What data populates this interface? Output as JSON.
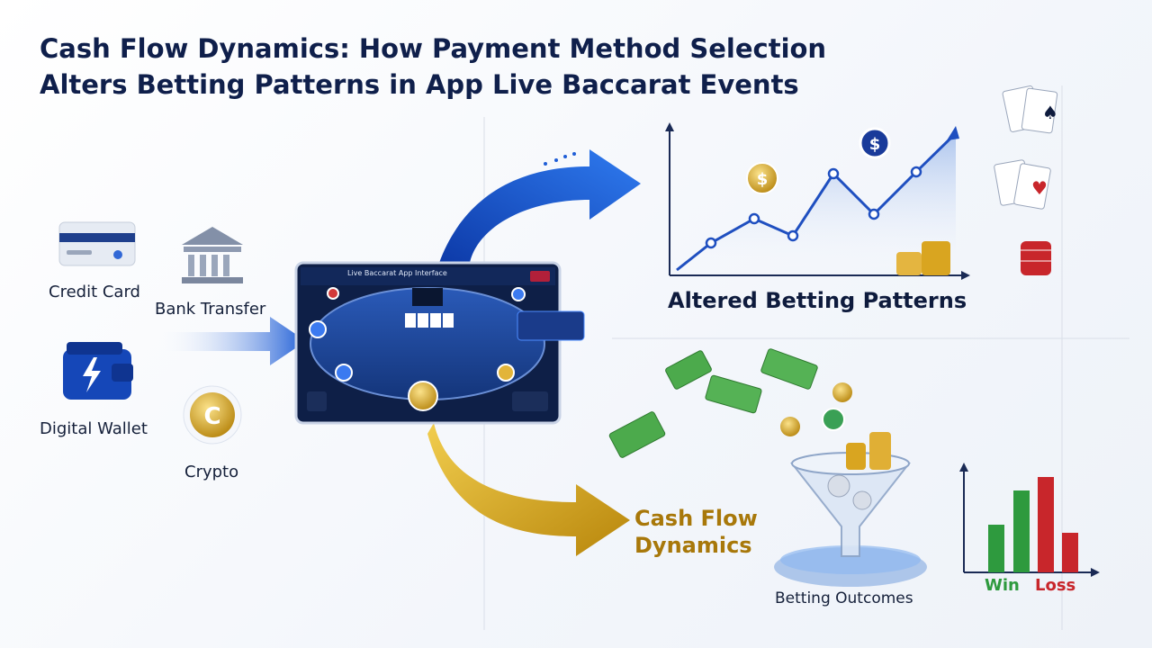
{
  "title": {
    "line1": "Cash Flow Dynamics: How Payment Method Selection",
    "line2": "Alters Betting Patterns in App Live Baccarat Events"
  },
  "payment_methods": {
    "credit_card": "Credit Card",
    "bank_transfer": "Bank Transfer",
    "digital_wallet": "Digital Wallet",
    "crypto": "Crypto"
  },
  "app": {
    "header": "Live Baccarat App Interface"
  },
  "labels": {
    "altered": "Altered Betting Patterns",
    "cash_flow_line1": "Cash Flow",
    "cash_flow_line2": "Dynamics",
    "outcomes": "Betting Outcomes",
    "win": "Win",
    "loss": "Loss"
  },
  "colors": {
    "blue": "#1f5ed6",
    "gold": "#d9a520",
    "win": "#2e9a3e",
    "loss": "#c8262b"
  }
}
